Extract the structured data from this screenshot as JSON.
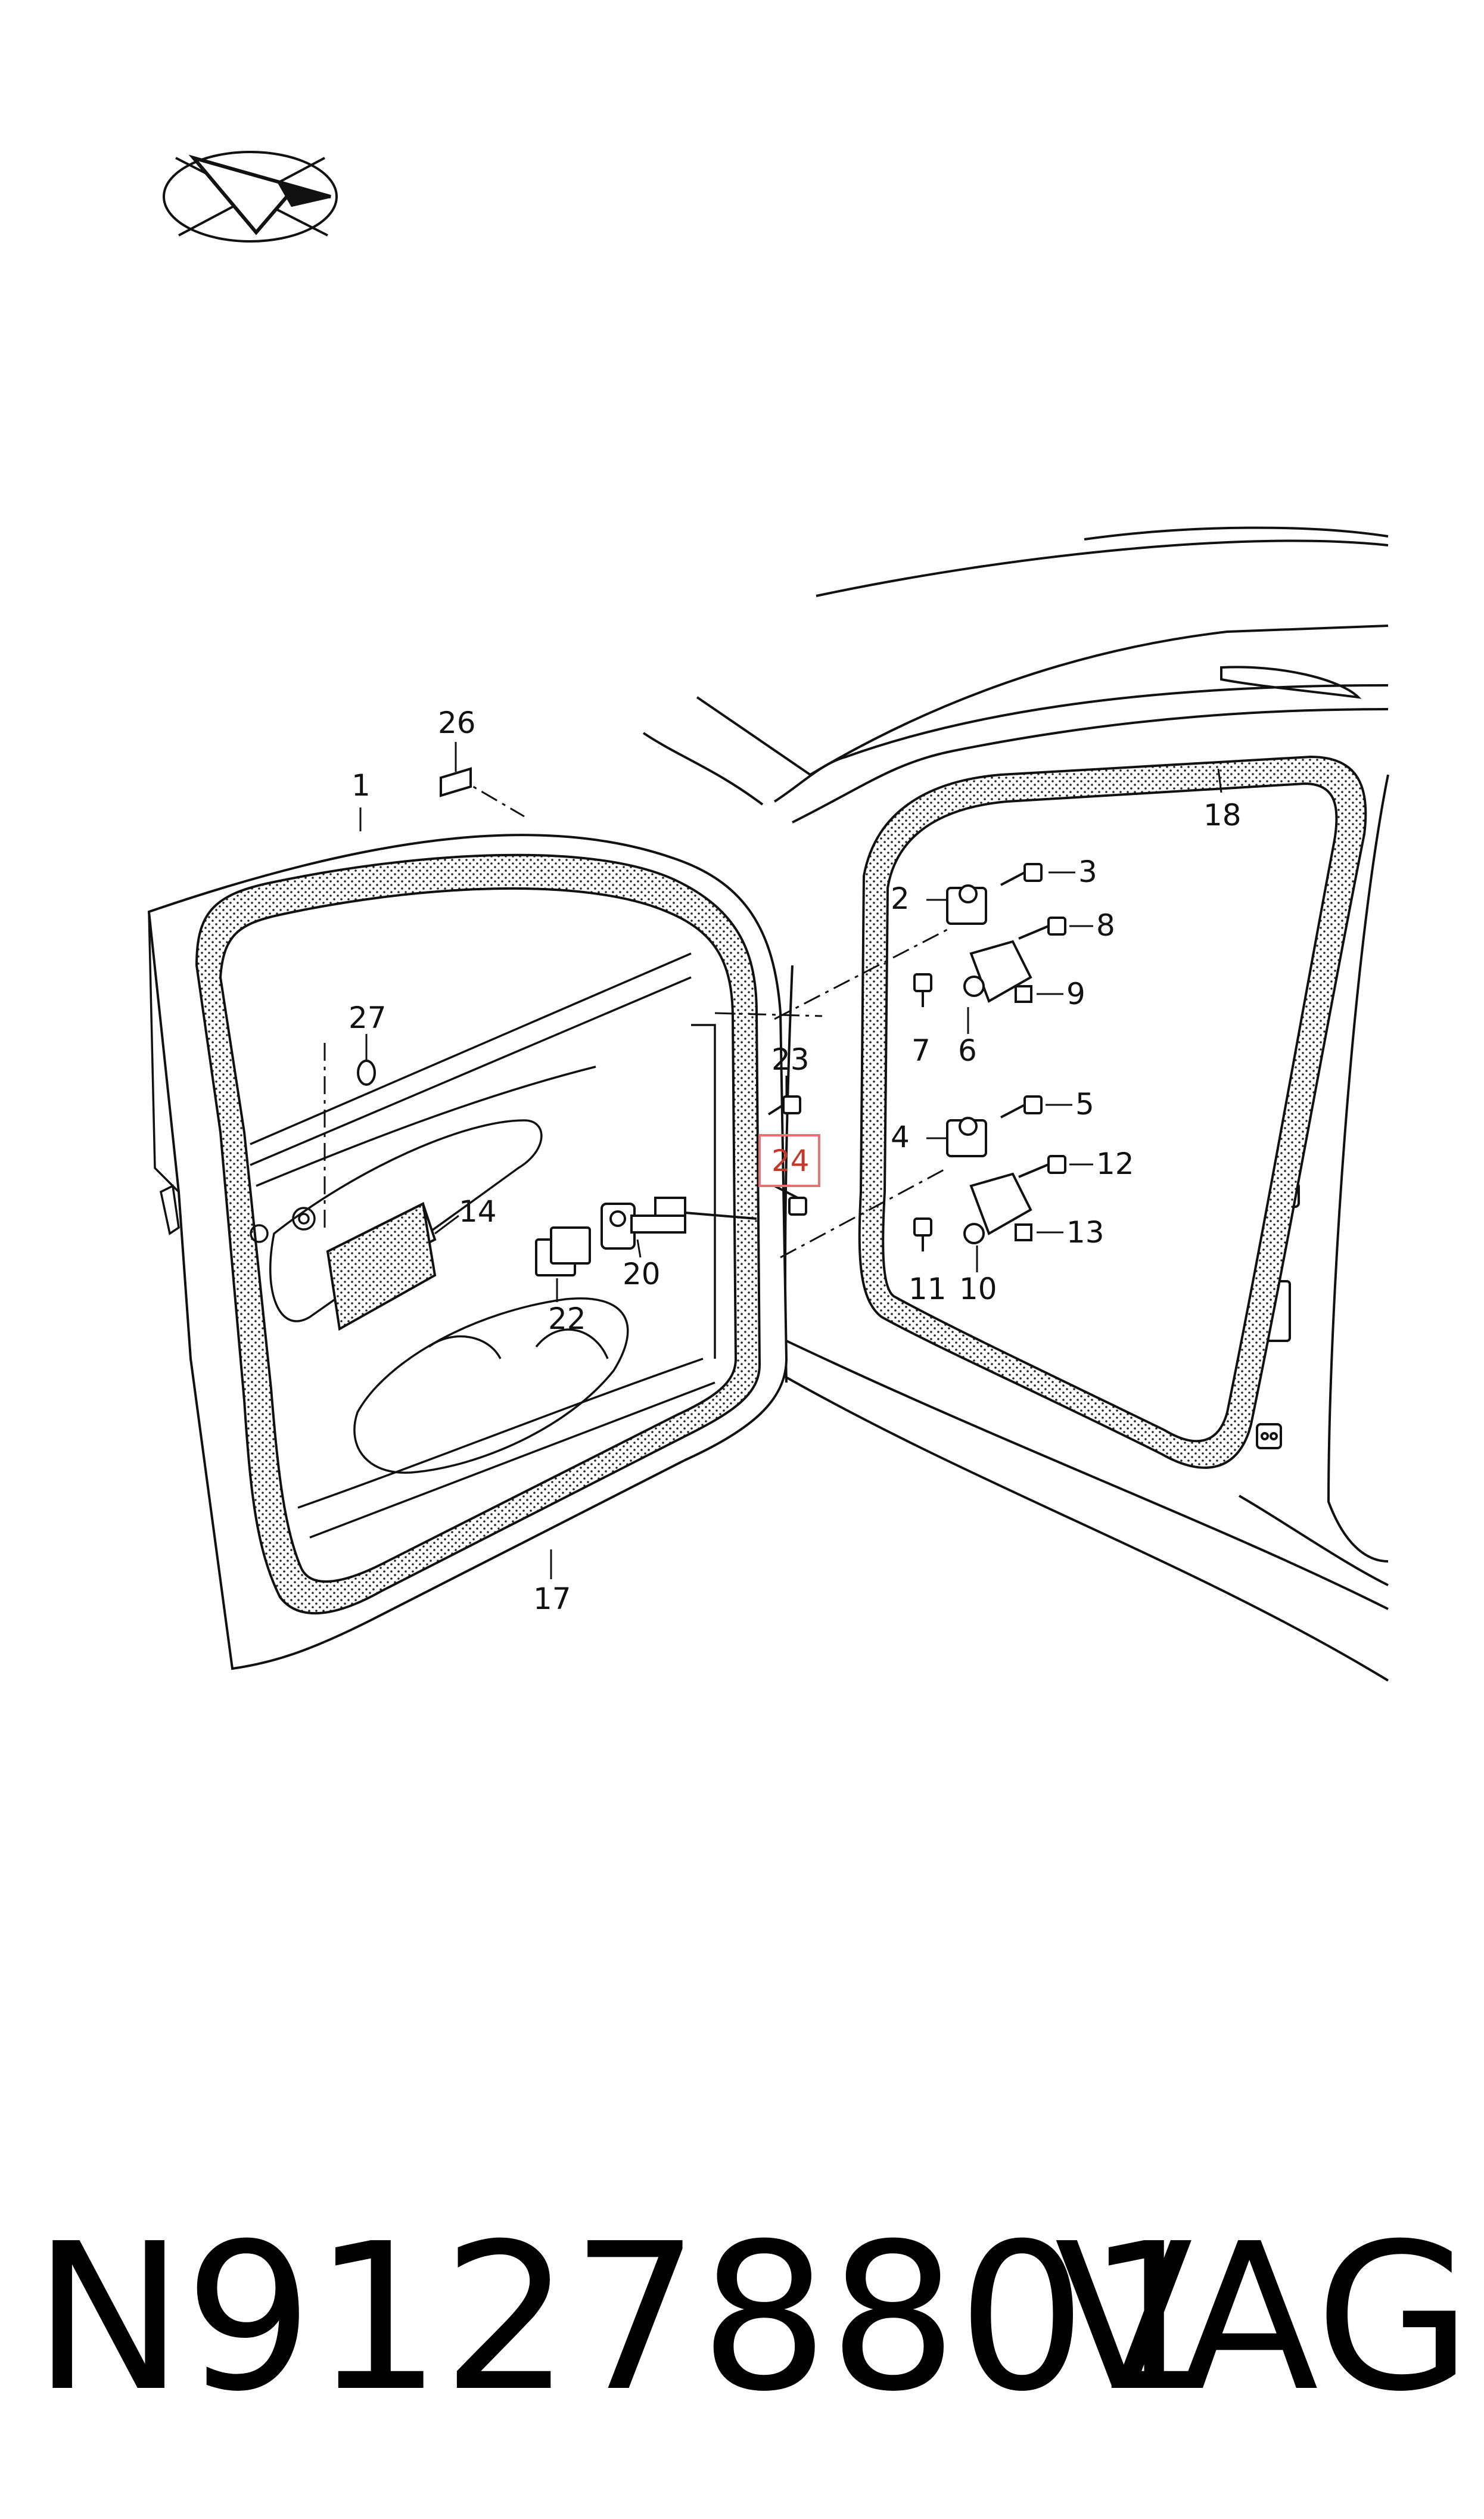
{
  "diagram": {
    "callouts": [
      {
        "key": "1",
        "label": "1"
      },
      {
        "key": "2",
        "label": "2"
      },
      {
        "key": "3",
        "label": "3"
      },
      {
        "key": "4",
        "label": "4"
      },
      {
        "key": "5",
        "label": "5"
      },
      {
        "key": "6",
        "label": "6"
      },
      {
        "key": "7",
        "label": "7"
      },
      {
        "key": "8",
        "label": "8"
      },
      {
        "key": "9",
        "label": "9"
      },
      {
        "key": "10",
        "label": "10"
      },
      {
        "key": "11",
        "label": "11"
      },
      {
        "key": "12",
        "label": "12"
      },
      {
        "key": "13",
        "label": "13"
      },
      {
        "key": "14",
        "label": "14"
      },
      {
        "key": "17",
        "label": "17"
      },
      {
        "key": "18",
        "label": "18"
      },
      {
        "key": "20",
        "label": "20"
      },
      {
        "key": "22",
        "label": "22"
      },
      {
        "key": "23",
        "label": "23"
      },
      {
        "key": "24",
        "label": "24",
        "highlighted": true
      },
      {
        "key": "26",
        "label": "26"
      },
      {
        "key": "27",
        "label": "27"
      }
    ],
    "highlight_color": "#e57373"
  },
  "footer": {
    "part_number": "N91278801",
    "brand": "VAG"
  }
}
